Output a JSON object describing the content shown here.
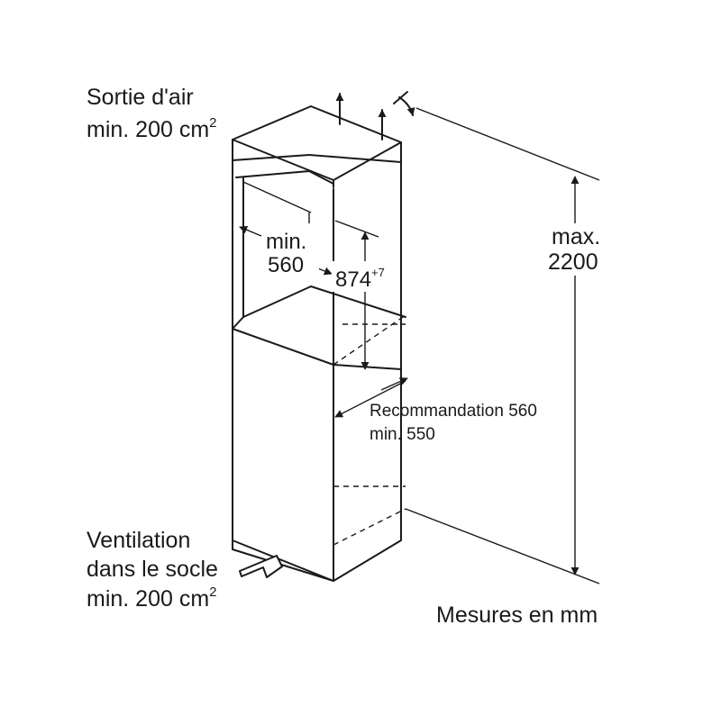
{
  "labels": {
    "air_outlet_line1": "Sortie d'air",
    "air_outlet_line2": "min. 200 cm",
    "air_outlet_sup": "2",
    "niche_width_line1": "min.",
    "niche_width_line2": "560",
    "niche_height": "874",
    "niche_height_tolerance": "+7",
    "max_height_line1": "max.",
    "max_height_line2": "2200",
    "depth_line1": "Recommandation 560",
    "depth_line2": "min. 550",
    "plinth_line1": "Ventilation",
    "plinth_line2": "dans le socle",
    "plinth_line3": "min. 200 cm",
    "plinth_sup": "2",
    "units": "Mesures en mm"
  },
  "colors": {
    "stroke": "#1a1a1a",
    "background": "#ffffff"
  },
  "icons": {
    "air_out": "arrow-up-icon",
    "air_flow": "curved-arrow-icon",
    "plinth_air": "hollow-arrow-icon"
  }
}
